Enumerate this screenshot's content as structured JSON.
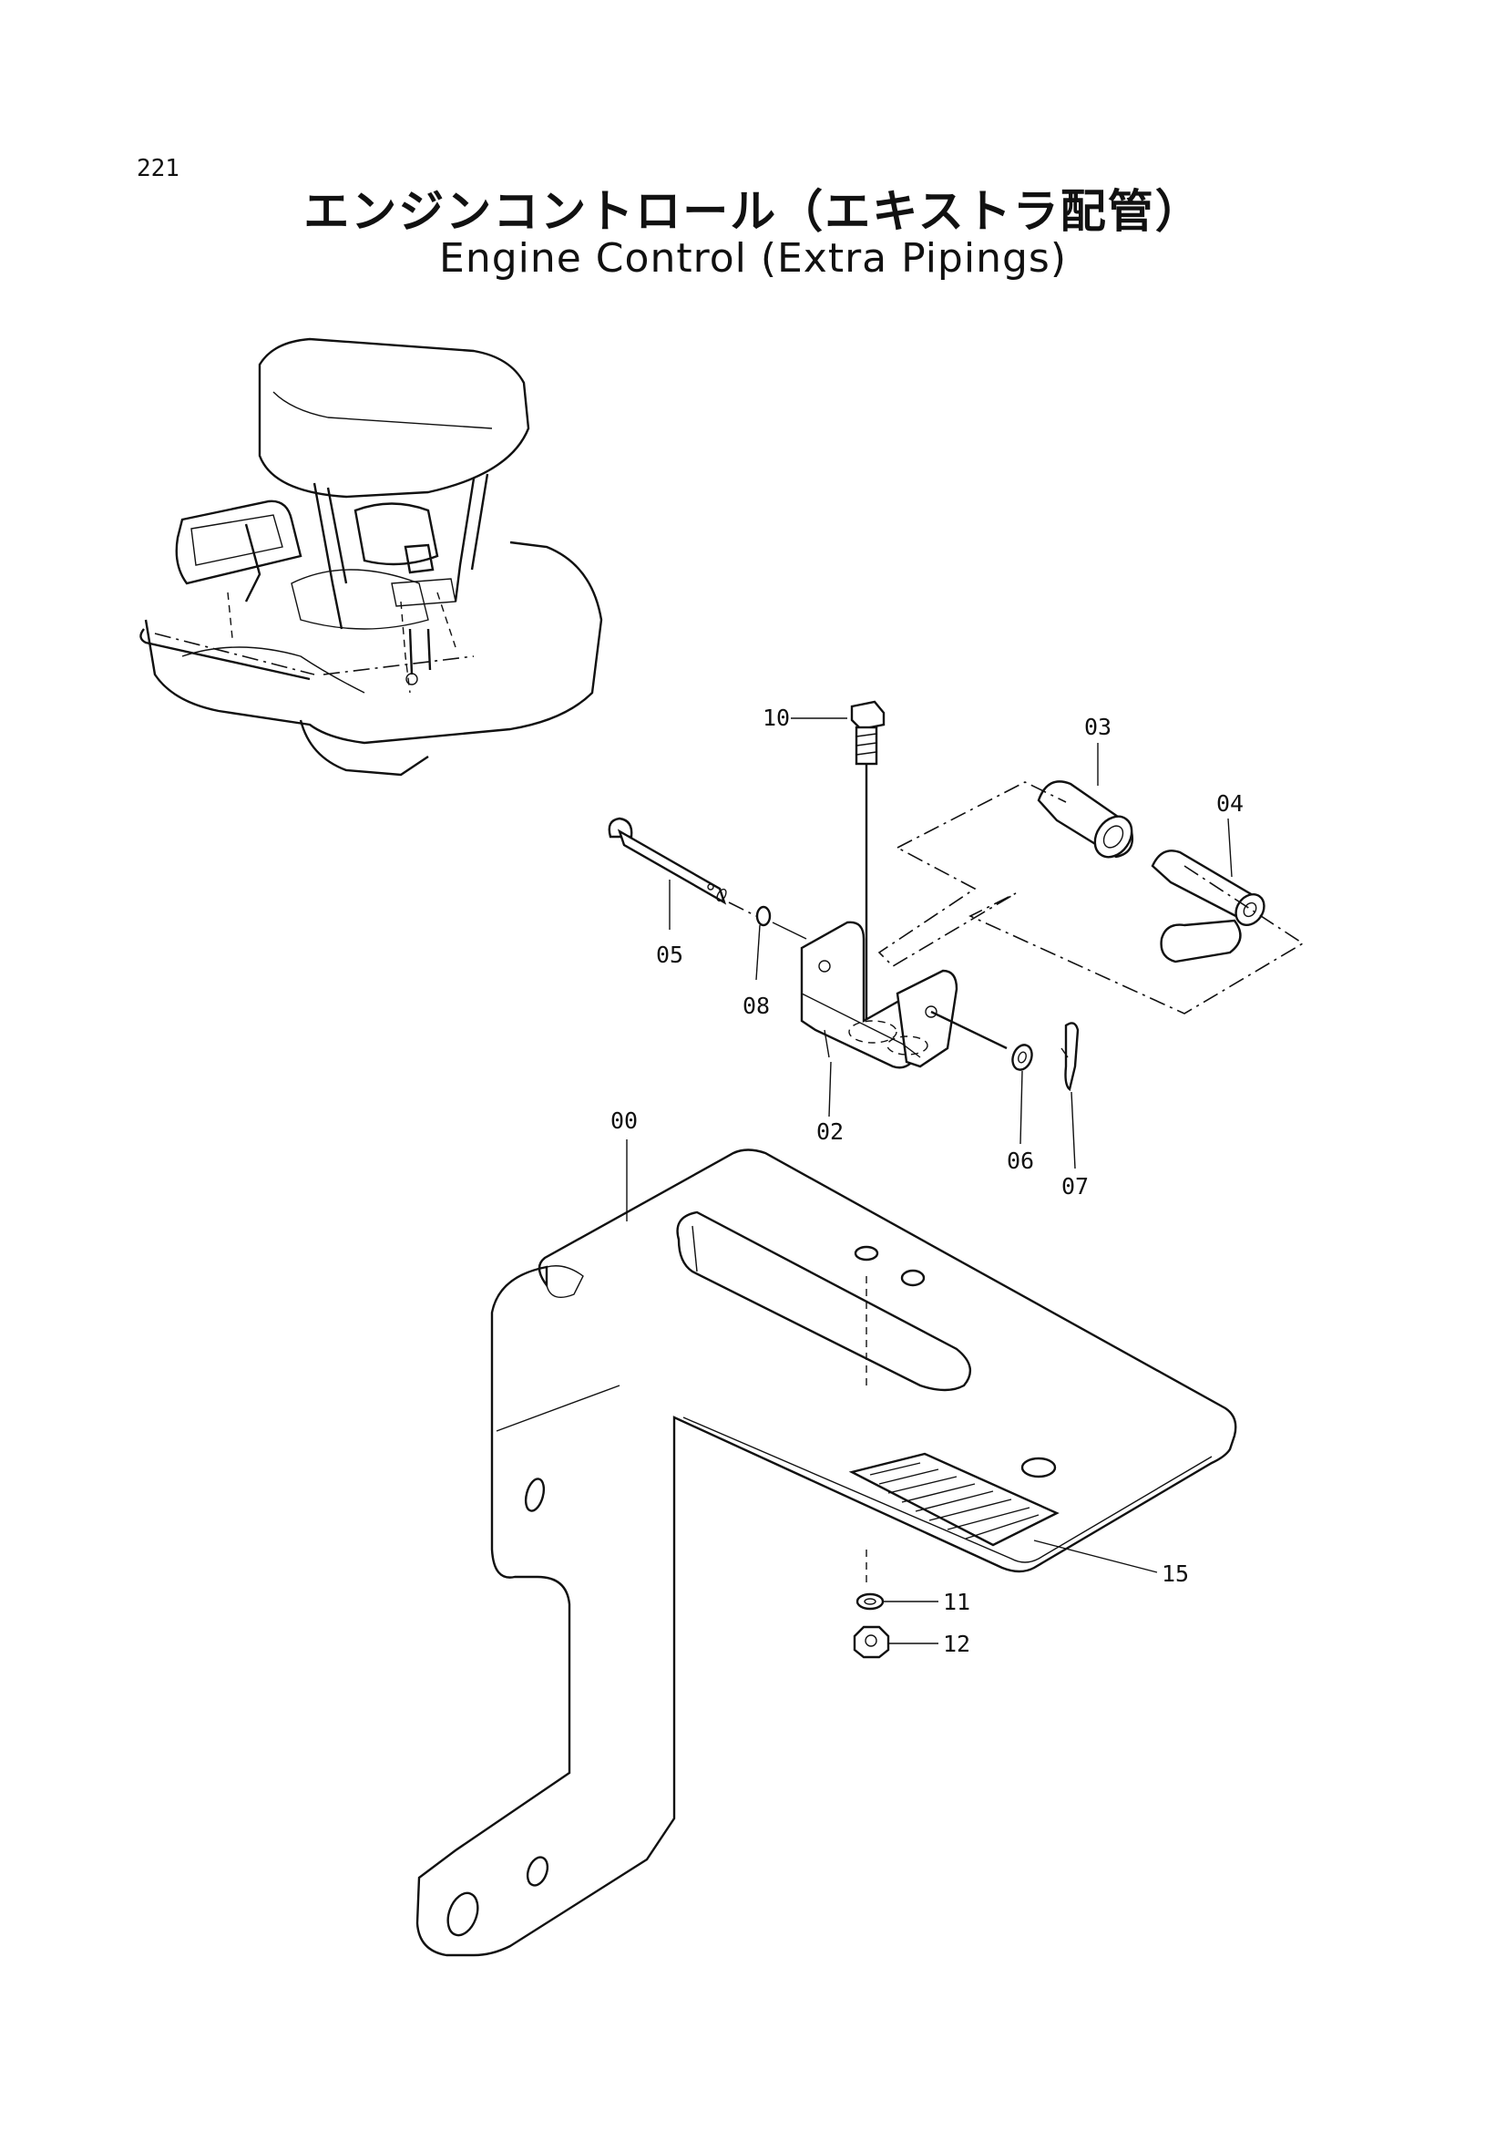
{
  "page": {
    "number": "221",
    "title_ja": "エンジンコントロール（エキストラ配管）",
    "title_en": "Engine Control (Extra Pipings)"
  },
  "callouts": {
    "c00": "00",
    "c02": "02",
    "c03": "03",
    "c04": "04",
    "c05": "05",
    "c06": "06",
    "c07": "07",
    "c08": "08",
    "c10": "10",
    "c11": "11",
    "c12": "12",
    "c15": "15"
  }
}
